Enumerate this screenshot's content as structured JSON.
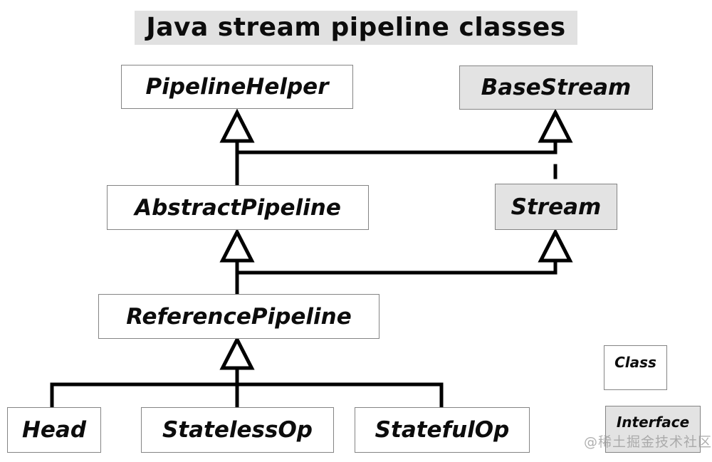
{
  "title": "Java stream pipeline classes",
  "legend": {
    "class_label": "Class",
    "interface_label": "Interface"
  },
  "watermark": "@稀土掘金技术社区",
  "colors": {
    "background": "#ffffff",
    "class_fill": "#ffffff",
    "interface_fill": "#e3e3e3",
    "box_border": "#848484",
    "title_background": "#e1e1e1",
    "text": "#0c0c0c",
    "connector": "#000000",
    "watermark": "#9d9d9d"
  },
  "diagram": {
    "nodes": [
      {
        "id": "pipeline-helper",
        "label": "PipelineHelper",
        "kind": "class"
      },
      {
        "id": "base-stream",
        "label": "BaseStream",
        "kind": "interface"
      },
      {
        "id": "abstract-pipeline",
        "label": "AbstractPipeline",
        "kind": "class"
      },
      {
        "id": "stream",
        "label": "Stream",
        "kind": "interface"
      },
      {
        "id": "reference-pipeline",
        "label": "ReferencePipeline",
        "kind": "class"
      },
      {
        "id": "head",
        "label": "Head",
        "kind": "class"
      },
      {
        "id": "stateless-op",
        "label": "StatelessOp",
        "kind": "class"
      },
      {
        "id": "stateful-op",
        "label": "StatefulOp",
        "kind": "class"
      }
    ],
    "edges": [
      {
        "from": "AbstractPipeline",
        "to": "PipelineHelper",
        "type": "extends",
        "style": "solid"
      },
      {
        "from": "AbstractPipeline",
        "to": "BaseStream",
        "type": "implements",
        "style": "solid"
      },
      {
        "from": "Stream",
        "to": "BaseStream",
        "type": "extends",
        "style": "dashed"
      },
      {
        "from": "ReferencePipeline",
        "to": "AbstractPipeline",
        "type": "extends",
        "style": "solid"
      },
      {
        "from": "ReferencePipeline",
        "to": "Stream",
        "type": "implements",
        "style": "solid"
      },
      {
        "from": "Head",
        "to": "ReferencePipeline",
        "type": "extends",
        "style": "solid"
      },
      {
        "from": "StatelessOp",
        "to": "ReferencePipeline",
        "type": "extends",
        "style": "solid"
      },
      {
        "from": "StatefulOp",
        "to": "ReferencePipeline",
        "type": "extends",
        "style": "solid"
      }
    ]
  }
}
